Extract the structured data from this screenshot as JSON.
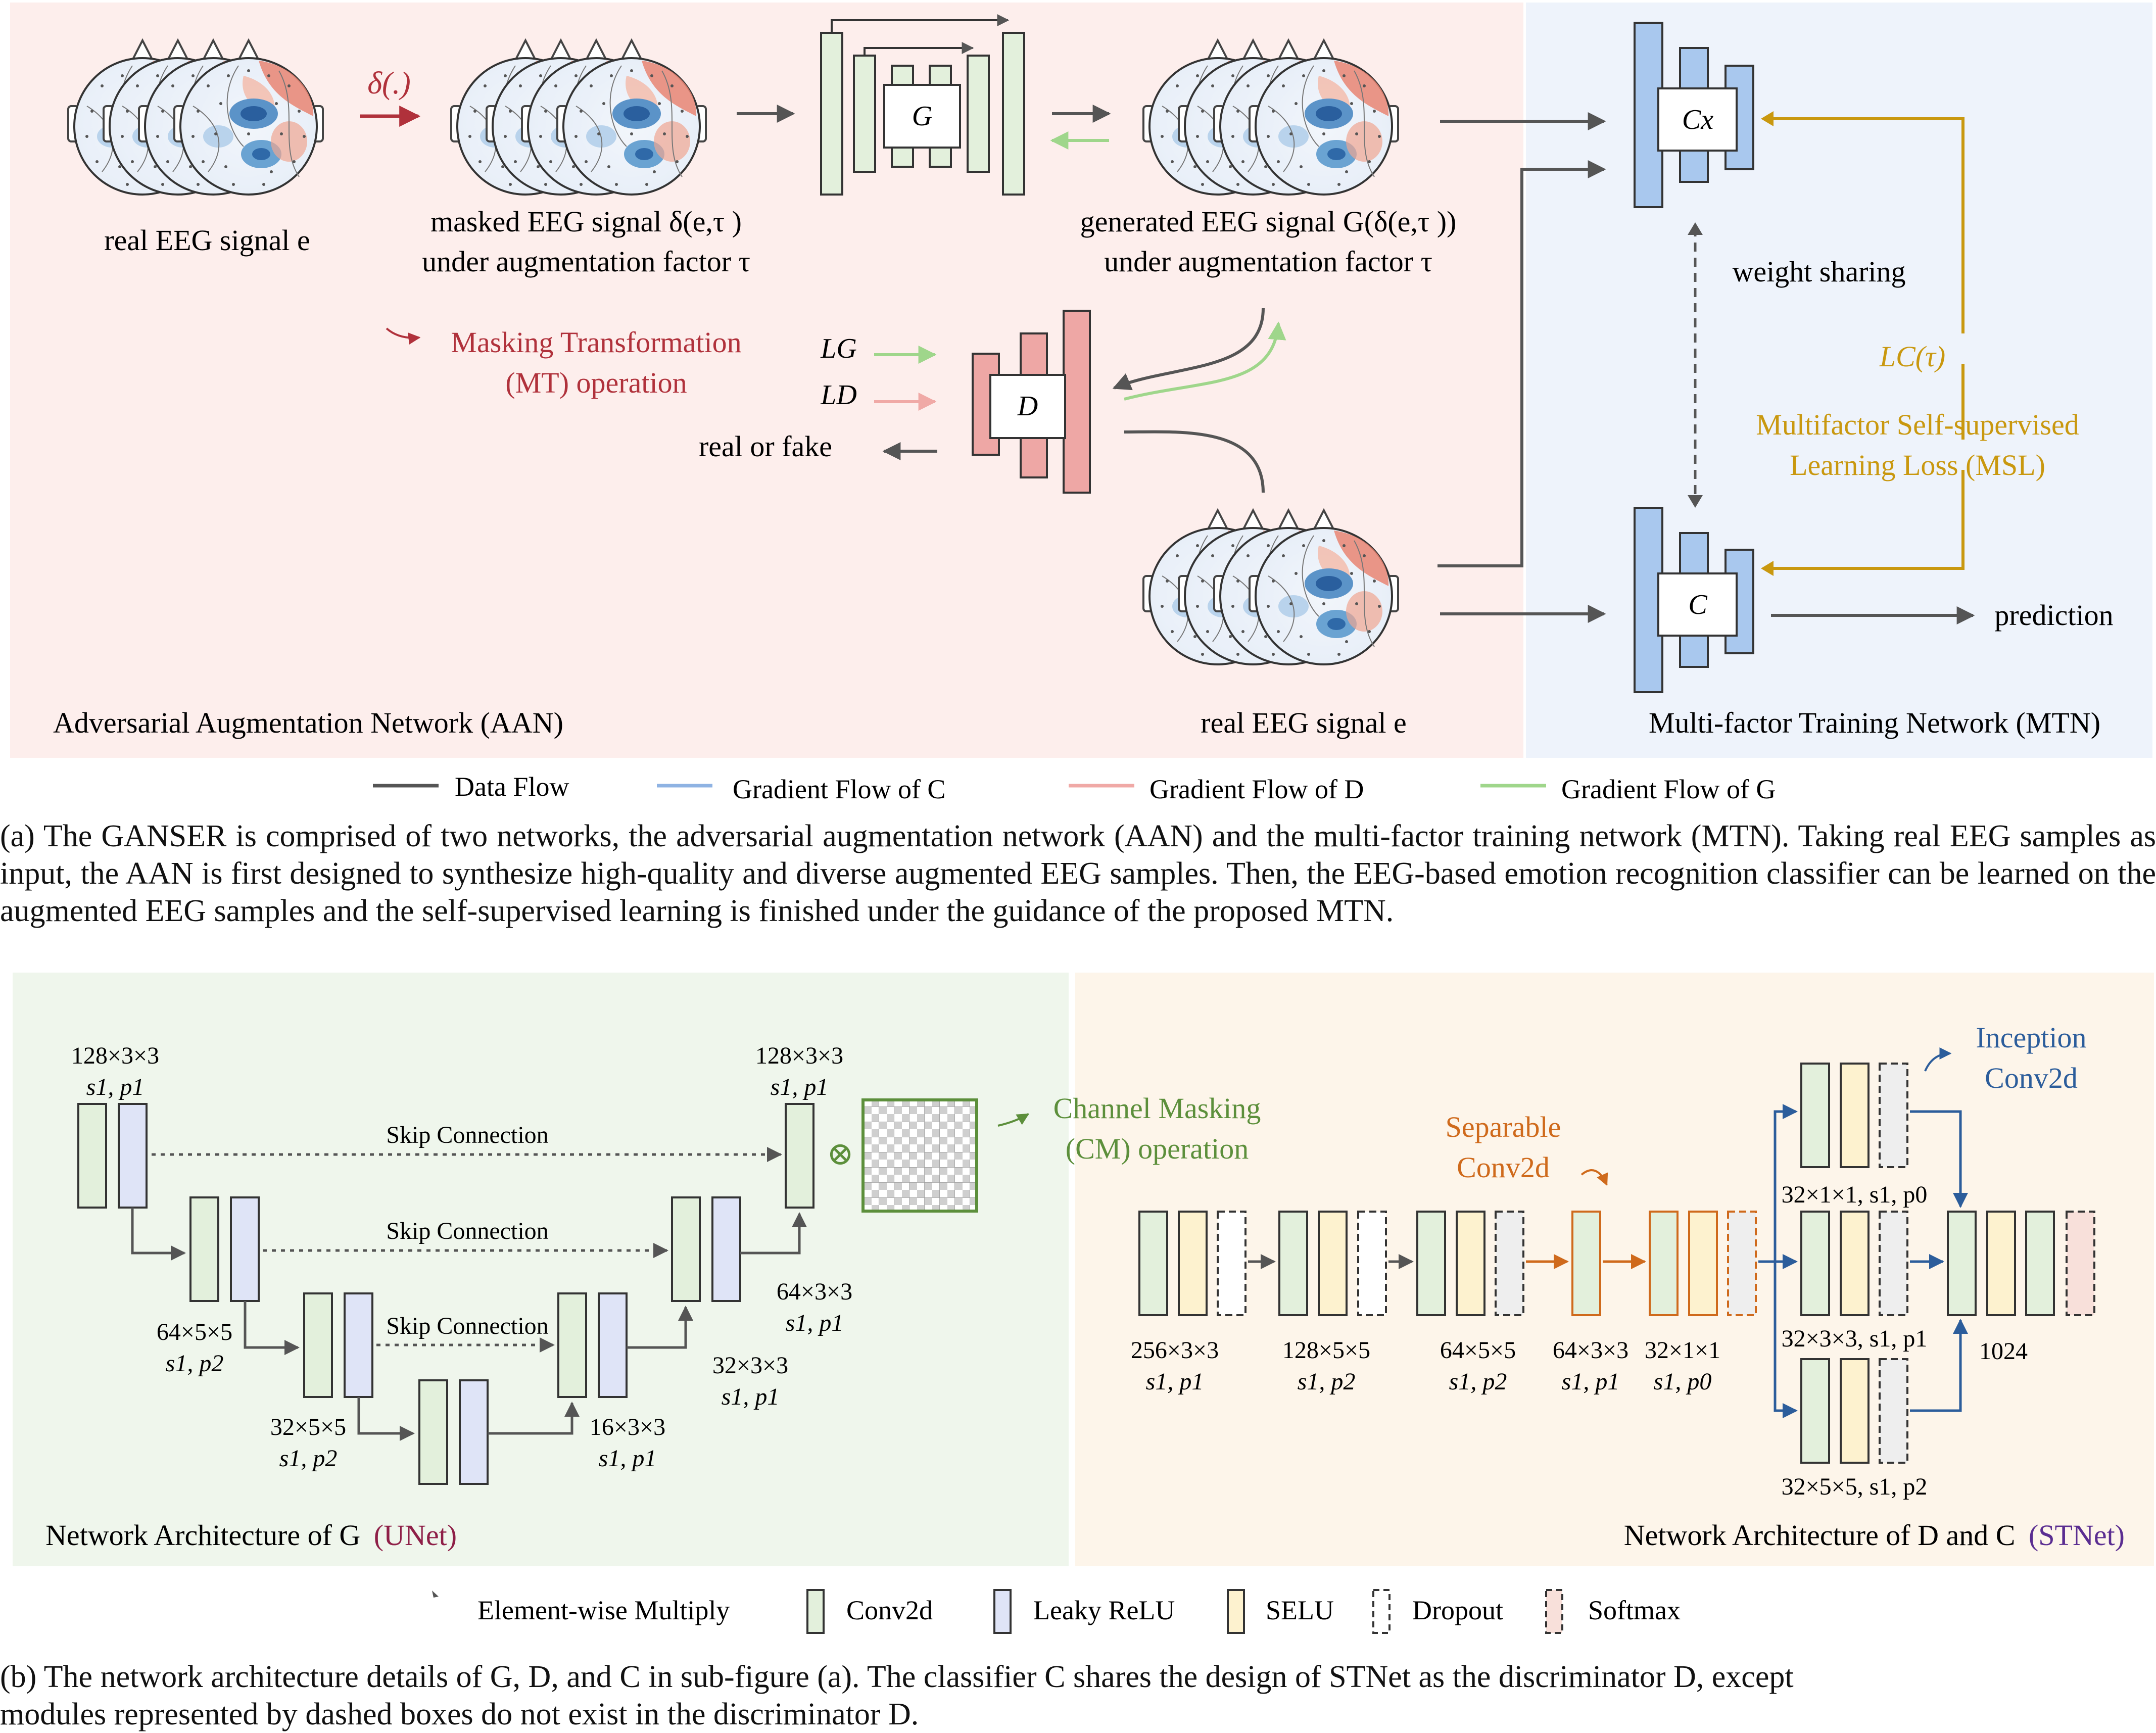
{
  "colors": {
    "aan_bg": "#fdeeec",
    "mtn_bg": "#eef3fb",
    "unet_bg": "#eff6ec",
    "stnet_bg": "#fdf5ea",
    "data_flow": "#555555",
    "grad_c": "#8fb3e3",
    "grad_d": "#f0a9a6",
    "grad_g": "#9fd68b",
    "mt_red": "#b0313b",
    "msl_gold": "#c9980f",
    "cm_green": "#5c8f3b",
    "sep_orange": "#cf6a1c",
    "inc_blue": "#2c5d9b",
    "unet_label": "#8e1f47",
    "stnet_label": "#5a2d91",
    "conv_fill": "#e3f0dc",
    "leaky_fill": "#dfe4f7",
    "selu_fill": "#fdf2cf",
    "softmax_fill": "#f8e0da",
    "d_fill": "#eea7a5",
    "c_fill": "#a9c8ee",
    "g_fill": "#e3f0dc"
  },
  "fig_a": {
    "real_eeg_label": "real EEG signal e",
    "delta_op": "δ(.)",
    "masked_line1": "masked EEG signal δ(e,τ )",
    "masked_line2": "under augmentation factor τ",
    "gen_line1": "generated EEG signal G(δ(e,τ ))",
    "gen_line2": "under augmentation factor τ",
    "g_label": "G",
    "d_label": "D",
    "cx_label": "Cx",
    "c_label": "C",
    "mt_line1": "Masking Transformation",
    "mt_line2": "(MT) operation",
    "lg": "LG",
    "ld": "LD",
    "real_or_fake": "real or fake",
    "weight_sharing": "weight sharing",
    "lc": "LC(τ)",
    "msl_line1": "Multifactor Self-supervised",
    "msl_line2": "Learning Loss (MSL)",
    "prediction": "prediction",
    "aan_title": "Adversarial Augmentation Network (AAN)",
    "real_eeg_bottom": "real EEG signal e",
    "mtn_title": "Multi-factor Training Network (MTN)",
    "legend": [
      "Data Flow",
      "Gradient Flow of C",
      "Gradient Flow of D",
      "Gradient Flow of G"
    ]
  },
  "caption_a": "(a) The GANSER is comprised of two networks, the adversarial augmentation network (AAN) and the multi-factor training network (MTN). Taking real EEG samples as input, the AAN is first designed to synthesize high-quality and diverse augmented EEG samples. Then, the EEG-based emotion recognition classifier can be learned on the augmented EEG samples and the self-supervised learning is finished under the guidance of the proposed MTN.",
  "fig_b": {
    "unet_labels": [
      {
        "dims": "128×3×3",
        "params": "s1, p1"
      },
      {
        "dims": "64×5×5",
        "params": "s1, p2"
      },
      {
        "dims": "32×5×5",
        "params": "s1, p2"
      },
      {
        "dims": "16×3×3",
        "params": "s1, p1"
      },
      {
        "dims": "32×3×3",
        "params": "s1, p1"
      },
      {
        "dims": "64×3×3",
        "params": "s1, p1"
      },
      {
        "dims": "128×3×3",
        "params": "s1, p1"
      }
    ],
    "skip": "Skip Connection",
    "cm_line1": "Channel Masking",
    "cm_line2": "(CM) operation",
    "unet_title_prefix": "Network Architecture of G",
    "unet_title_suffix": "(UNet)",
    "sep_line1": "Separable",
    "sep_line2": "Conv2d",
    "inc_line1": "Inception",
    "inc_line2": "Conv2d",
    "stnet_labels": [
      {
        "dims": "256×3×3",
        "params": "s1, p1"
      },
      {
        "dims": "128×5×5",
        "params": "s1, p2"
      },
      {
        "dims": "64×5×5",
        "params": "s1, p2"
      },
      {
        "dims": "64×3×3",
        "params": "s1, p1"
      },
      {
        "dims": "32×1×1",
        "params": "s1, p0"
      }
    ],
    "inc_top": "32×1×1, s1, p0",
    "inc_mid": "32×3×3, s1, p1",
    "inc_bot": "32×5×5, s1, p2",
    "fc": "1024",
    "stnet_title_prefix": "Network Architecture of D and C",
    "stnet_title_suffix": "(STNet)",
    "legend": [
      "Element-wise Multiply",
      "Conv2d",
      "Leaky ReLU",
      "SELU",
      "Dropout",
      "Softmax"
    ]
  },
  "caption_b_line1": "(b) The network architecture details of G, D, and C in sub-figure (a). The classifier C shares the design of STNet as the discriminator D, except",
  "caption_b_line2": "modules represented by dashed boxes do not exist in the discriminator D."
}
